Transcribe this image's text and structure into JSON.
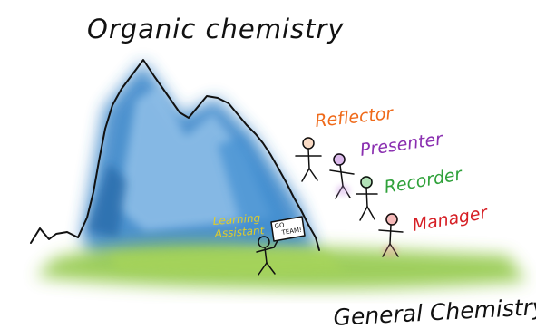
{
  "title": "Organic chemistry",
  "footer_label": "General Chemistry",
  "roles": [
    {
      "label": "Reflector",
      "color": "#ef6a1a"
    },
    {
      "label": "Presenter",
      "color": "#8a2fb0"
    },
    {
      "label": "Recorder",
      "color": "#2fa13a"
    },
    {
      "label": "Manager",
      "color": "#d61e24"
    }
  ],
  "assistant": {
    "label_line1": "Learning",
    "label_line2": "Assistant",
    "sign_line1": "GO",
    "sign_line2": "TEAM!",
    "color": "#e0cc2a"
  },
  "colors": {
    "ink": "#111111",
    "mountain_blue": "#2f7fc6",
    "mountain_light": "#9ec9ee",
    "grass": "#8dc63f"
  }
}
